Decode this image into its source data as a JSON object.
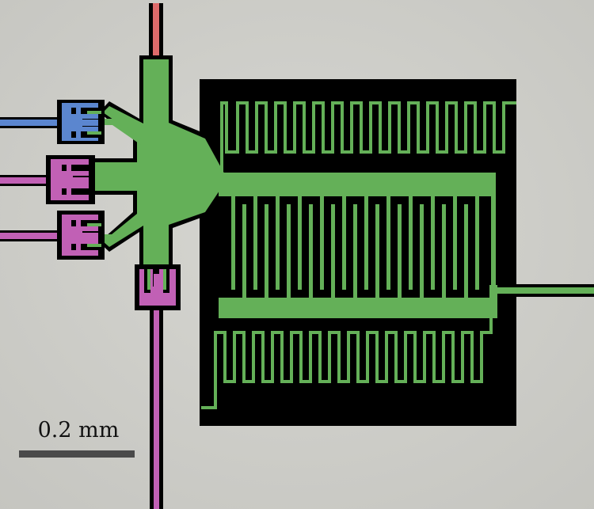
{
  "image": {
    "scale_bar": {
      "label": "0.2 mm"
    },
    "colors": {
      "background": "#cfcfca",
      "metal": "#64b058",
      "gap": "#000000",
      "control_line": "#5b86cf",
      "flux_line": "#c160b5",
      "readout_line": "#dd6a6a",
      "scale_bar": "#4a4a4a"
    },
    "components": [
      "transmon-qubit-island",
      "interdigitated-capacitor",
      "meander-inductor-top",
      "meander-inductor-bottom",
      "blue-drive-line",
      "magenta-flux-lines",
      "red-top-line",
      "output-transmission-line"
    ]
  }
}
